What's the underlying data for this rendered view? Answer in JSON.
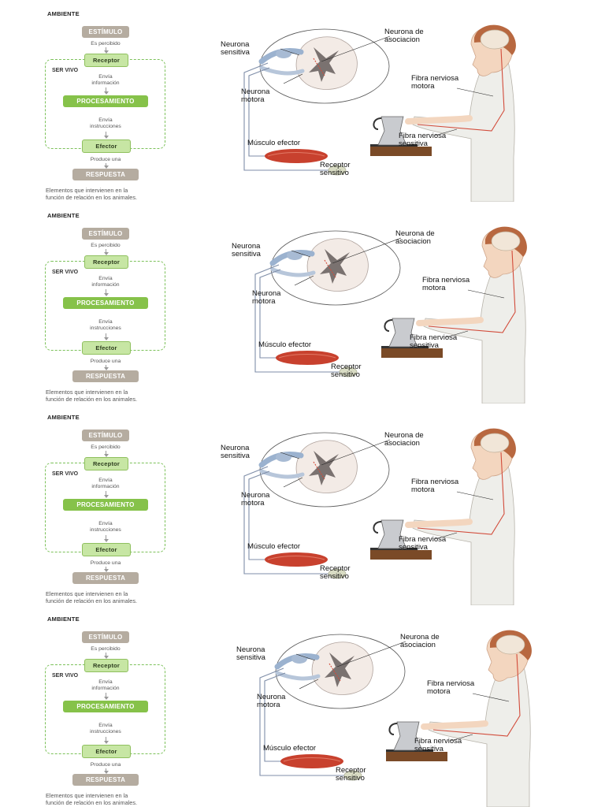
{
  "figures": [
    {
      "flow": {
        "ambiente": "AMBIENTE",
        "estimulo": "ESTÍMULO",
        "es_percibido": "Es percibido",
        "receptor": "Receptor",
        "ser_vivo": "SER VIVO",
        "envia_informacion_1": "Envía",
        "envia_informacion_2": "información",
        "procesamiento": "PROCESAMIENTO",
        "envia_instrucciones_1": "Envía",
        "envia_instrucciones_2": "instrucciones",
        "efector": "Efector",
        "produce_una": "Produce una",
        "respuesta": "RESPUESTA",
        "caption_1": "Elementos que intervienen en la",
        "caption_2": "función de relación en los animales."
      },
      "labels": {
        "neurona_sensitiva_1": "Neurona",
        "neurona_sensitiva_2": "sensitiva",
        "neurona_asociacion_1": "Neurona de",
        "neurona_asociacion_2": "asociacion",
        "neurona_motora_1": "Neurona",
        "neurona_motora_2": "motora",
        "fibra_motora_1": "Fibra nerviosa",
        "fibra_motora_2": "motora",
        "fibra_sensitiva_1": "Fibra nerviosa",
        "fibra_sensitiva_2": "sensitiva",
        "musculo": "Músculo efector",
        "receptor_1": "Receptor",
        "receptor_2": "sensitivo"
      }
    },
    {
      "flow": {
        "ambiente": "AMBIENTE",
        "estimulo": "ESTÍMULO",
        "es_percibido": "Es percibido",
        "receptor": "Receptor",
        "ser_vivo": "SER VIVO",
        "envia_informacion_1": "Envía",
        "envia_informacion_2": "información",
        "procesamiento": "PROCESAMIENTO",
        "envia_instrucciones_1": "Envía",
        "envia_instrucciones_2": "instrucciones",
        "efector": "Efector",
        "produce_una": "Produce una",
        "respuesta": "RESPUESTA",
        "caption_1": "Elementos que intervienen en la",
        "caption_2": "función de relación en los animales."
      },
      "labels": {
        "neurona_sensitiva_1": "Neurona",
        "neurona_sensitiva_2": "sensitiva",
        "neurona_asociacion_1": "Neurona de",
        "neurona_asociacion_2": "asociacion",
        "neurona_motora_1": "Neurona",
        "neurona_motora_2": "motora",
        "fibra_motora_1": "Fibra nerviosa",
        "fibra_motora_2": "motora",
        "fibra_sensitiva_1": "Fibra nerviosa",
        "fibra_sensitiva_2": "sensitiva",
        "musculo": "Músculo efector",
        "receptor_1": "Receptor",
        "receptor_2": "sensitivo"
      }
    },
    {
      "flow": {
        "ambiente": "AMBIENTE",
        "estimulo": "ESTÍMULO",
        "es_percibido": "Es percibido",
        "receptor": "Receptor",
        "ser_vivo": "SER VIVO",
        "envia_informacion_1": "Envía",
        "envia_informacion_2": "información",
        "procesamiento": "PROCESAMIENTO",
        "envia_instrucciones_1": "Envía",
        "envia_instrucciones_2": "instrucciones",
        "efector": "Efector",
        "produce_una": "Produce una",
        "respuesta": "RESPUESTA",
        "caption_1": "Elementos que intervienen en la",
        "caption_2": "función de relación en los animales."
      },
      "labels": {
        "neurona_sensitiva_1": "Neurona",
        "neurona_sensitiva_2": "sensitiva",
        "neurona_asociacion_1": "Neurona de",
        "neurona_asociacion_2": "asociacion",
        "neurona_motora_1": "Neurona",
        "neurona_motora_2": "motora",
        "fibra_motora_1": "Fibra nerviosa",
        "fibra_motora_2": "motora",
        "fibra_sensitiva_1": "Fibra nerviosa",
        "fibra_sensitiva_2": "sensitiva",
        "musculo": "Músculo efector",
        "receptor_1": "Receptor",
        "receptor_2": "sensitivo"
      }
    },
    {
      "flow": {
        "ambiente": "AMBIENTE",
        "estimulo": "ESTÍMULO",
        "es_percibido": "Es percibido",
        "receptor": "Receptor",
        "ser_vivo": "SER VIVO",
        "envia_informacion_1": "Envía",
        "envia_informacion_2": "información",
        "procesamiento": "PROCESAMIENTO",
        "envia_instrucciones_1": "Envía",
        "envia_instrucciones_2": "instrucciones",
        "efector": "Efector",
        "produce_una": "Produce una",
        "respuesta": "RESPUESTA",
        "caption_1": "Elementos que intervienen en la",
        "caption_2": "función de relación en los animales."
      },
      "labels": {
        "neurona_sensitiva_1": "Neurona",
        "neurona_sensitiva_2": "sensitiva",
        "neurona_asociacion_1": "Neurona de",
        "neurona_asociacion_2": "asociacion",
        "neurona_motora_1": "Neurona",
        "neurona_motora_2": "motora",
        "fibra_motora_1": "Fibra nerviosa",
        "fibra_motora_2": "motora",
        "fibra_sensitiva_1": "Fibra nerviosa",
        "fibra_sensitiva_2": "sensitiva",
        "musculo": "Músculo efector",
        "receptor_1": "Receptor",
        "receptor_2": "sensitivo"
      }
    }
  ]
}
